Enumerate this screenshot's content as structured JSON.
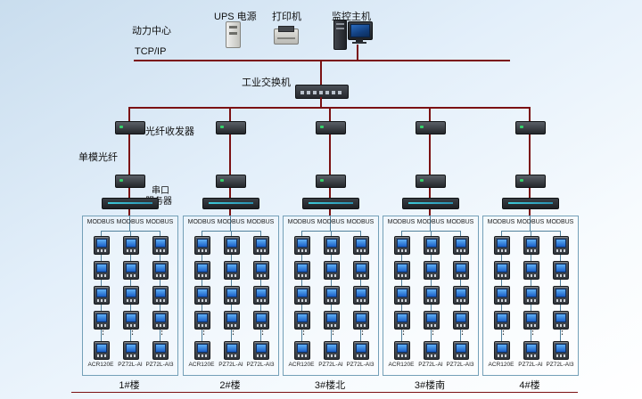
{
  "header": {
    "power_center": "动力中心",
    "ups_label": "UPS 电源",
    "printer_label": "打印机",
    "host_label": "监控主机",
    "tcpip_label": "TCP/IP",
    "switch_label": "工业交换机"
  },
  "annotations": {
    "fiber_transceiver": "光纤收发器",
    "single_mode_fiber": "单模光纤",
    "serial_server": [
      "串口",
      "服务器"
    ]
  },
  "meter_column_header": "MODBUS",
  "meter_models": [
    "ACR120E",
    "PZ72L-AI",
    "PZ72L-AI3"
  ],
  "dots": "⋮",
  "meter_rows_visible": 4,
  "groups": [
    {
      "building": "1#楼"
    },
    {
      "building": "2#楼"
    },
    {
      "building": "3#楼北"
    },
    {
      "building": "3#楼南"
    },
    {
      "building": "4#楼"
    }
  ],
  "colors": {
    "trunk_line": "#7b1113",
    "box_border": "#74a0b8",
    "column_line": "#51819c"
  }
}
